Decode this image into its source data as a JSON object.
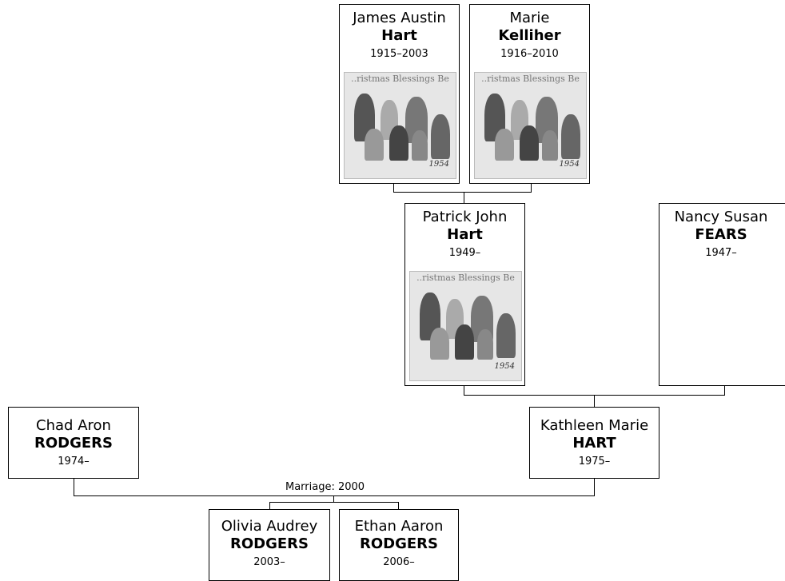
{
  "people": {
    "james": {
      "given": "James Austin",
      "surname": "Hart",
      "dates": "1915–2003",
      "photo": {
        "caption": "..ristmas Blessings Be",
        "year": "1954"
      }
    },
    "marie": {
      "given": "Marie",
      "surname": "Kelliher",
      "dates": "1916–2010",
      "photo": {
        "caption": "..ristmas Blessings Be",
        "year": "1954"
      }
    },
    "patrick": {
      "given": "Patrick John",
      "surname": "Hart",
      "dates": "1949–",
      "photo": {
        "caption": "..ristmas Blessings Be",
        "year": "1954"
      }
    },
    "nancy": {
      "given": "Nancy Susan",
      "surname": "FEARS",
      "dates": "1947–"
    },
    "chad": {
      "given": "Chad Aron",
      "surname": "RODGERS",
      "dates": "1974–"
    },
    "kathleen": {
      "given": "Kathleen Marie",
      "surname": "HART",
      "dates": "1975–"
    },
    "olivia": {
      "given": "Olivia Audrey",
      "surname": "RODGERS",
      "dates": "2003–"
    },
    "ethan": {
      "given": "Ethan Aaron",
      "surname": "RODGERS",
      "dates": "2006–"
    }
  },
  "marriage": {
    "label": "Marriage: 2000"
  }
}
